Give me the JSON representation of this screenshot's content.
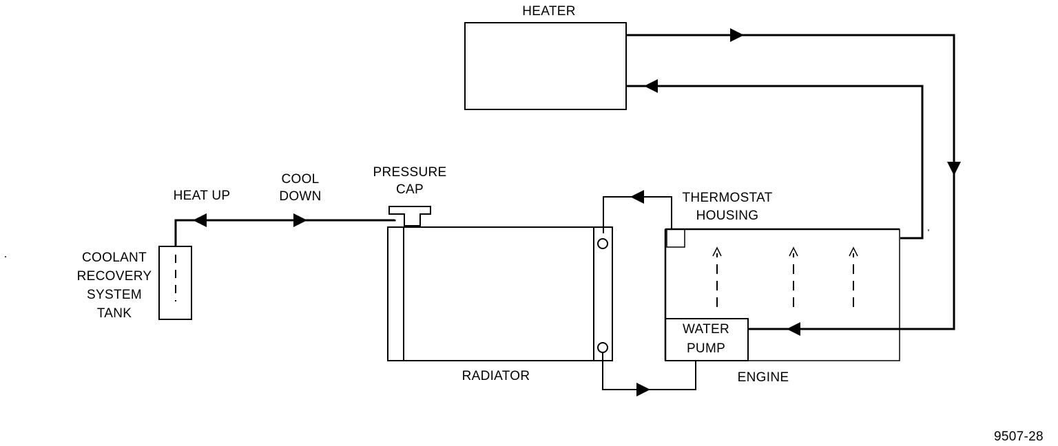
{
  "labels": {
    "heater": "HEATER",
    "pressure_cap_line1": "PRESSURE",
    "pressure_cap_line2": "CAP",
    "heat_up": "HEAT UP",
    "cool_down_line1": "COOL",
    "cool_down_line2": "DOWN",
    "thermostat_line1": "THERMOSTAT",
    "thermostat_line2": "HOUSING",
    "coolant_tank_line1": "COOLANT",
    "coolant_tank_line2": "RECOVERY",
    "coolant_tank_line3": "SYSTEM",
    "coolant_tank_line4": "TANK",
    "water_pump_line1": "WATER",
    "water_pump_line2": "PUMP",
    "radiator": "RADIATOR",
    "engine": "ENGINE",
    "figure_id": "9507-28"
  },
  "colors": {
    "ink": "#000000",
    "paper": "#ffffff"
  }
}
